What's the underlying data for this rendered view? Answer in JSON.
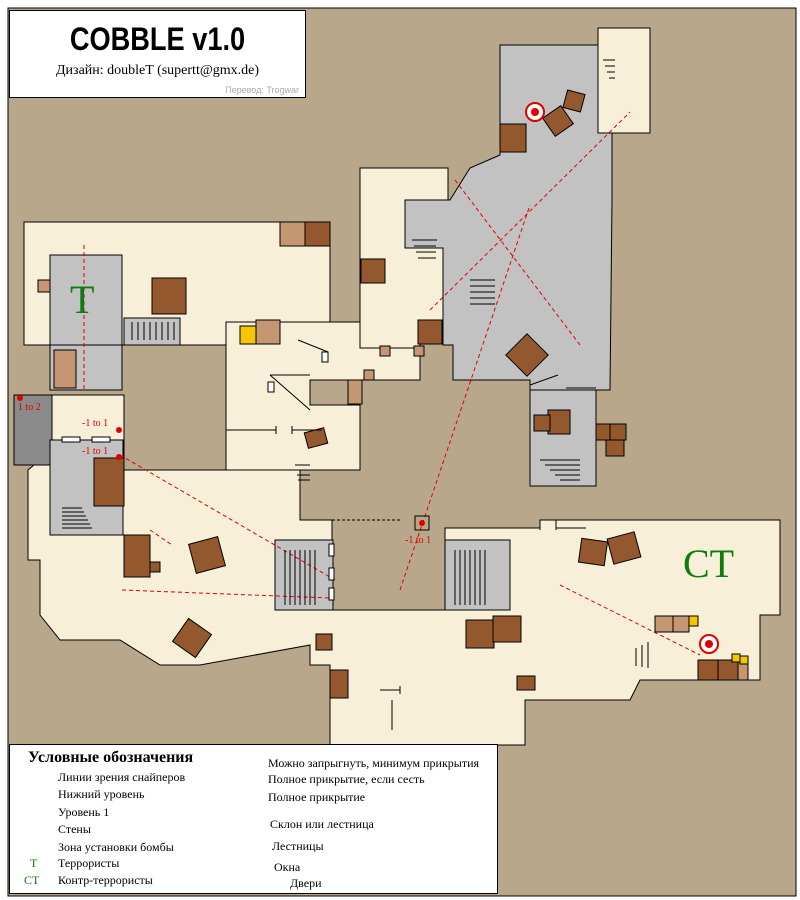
{
  "title": {
    "main": "COBBLE v1.0",
    "subtitle": "Дизайн: doubleT (supertt@gmx.de)",
    "credit": "Перевод: Trogwar"
  },
  "map_labels": {
    "t_spawn": "T",
    "ct_spawn": "CT",
    "stairs": [
      "-1 to 1",
      "-1 to 1",
      "-1 to 1",
      "1 to 2"
    ]
  },
  "legend": {
    "title": "Условные обозначения",
    "colors": {
      "lower_level": "#c2c2c2",
      "level1": "#f7efd7",
      "walls": "#b8a78a",
      "jump_cover": "#f7c600",
      "crouch_cover": "#c49672",
      "full_cover": "#94582e",
      "sniper_line": "#e00000",
      "ct_color": "#117a11"
    },
    "items": {
      "sniper_lines": "Линии зрения снайперов",
      "lower_level": "Нижний уровень",
      "level1": "Уровень 1",
      "walls": "Стены",
      "bomb_zone": "Зона установки бомбы",
      "t_symbol": "T",
      "terrorists": "Террористы",
      "ct_symbol": "CT",
      "counter_terrorists": "Контр-террористы",
      "jump_cover": "Можно запрыгнуть, минимум прикрытия",
      "crouch_cover": "Полное прикрытие, если сесть",
      "full_cover": "Полное прикрытие",
      "slope": "Склон или лестница",
      "stairs": "Лестницы",
      "windows": "Окна",
      "doors": "Двери"
    }
  }
}
